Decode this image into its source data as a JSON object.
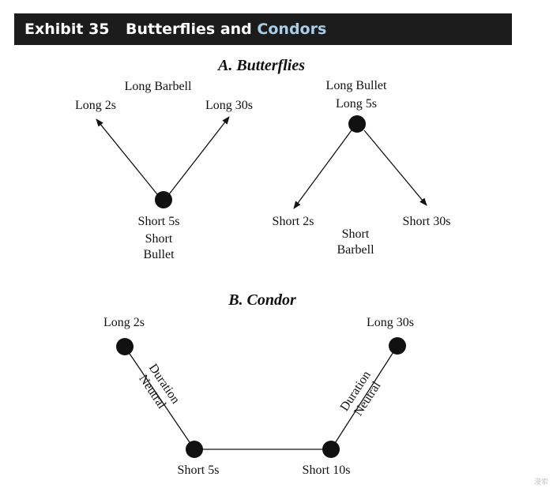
{
  "exhibit": {
    "number": "Exhibit 35",
    "title_main": "Butterflies and",
    "title_highlight": "Condors",
    "colors": {
      "banner_bg": "#1c1c1c",
      "banner_text": "#ffffff",
      "highlight": "#a9cfe8"
    }
  },
  "section_a": {
    "heading": "A. Butterflies",
    "long_barbell": {
      "title": "Long Barbell",
      "left_label": "Long 2s",
      "right_label": "Long 30s",
      "center_label": "Short 5s",
      "caption_line1": "Short",
      "caption_line2": "Bullet"
    },
    "long_bullet": {
      "title": "Long Bullet",
      "center_label": "Long 5s",
      "left_label": "Short 2s",
      "right_label": "Short 30s",
      "caption_line1": "Short",
      "caption_line2": "Barbell"
    }
  },
  "section_b": {
    "heading": "B. Condor",
    "top_left_label": "Long 2s",
    "top_right_label": "Long 30s",
    "bottom_left_label": "Short 5s",
    "bottom_right_label": "Short 10s",
    "left_edge_line1": "Duration",
    "left_edge_line2": "Neutral",
    "right_edge_line1": "Duration",
    "right_edge_line2": "Neutral"
  },
  "watermark": "漫索"
}
